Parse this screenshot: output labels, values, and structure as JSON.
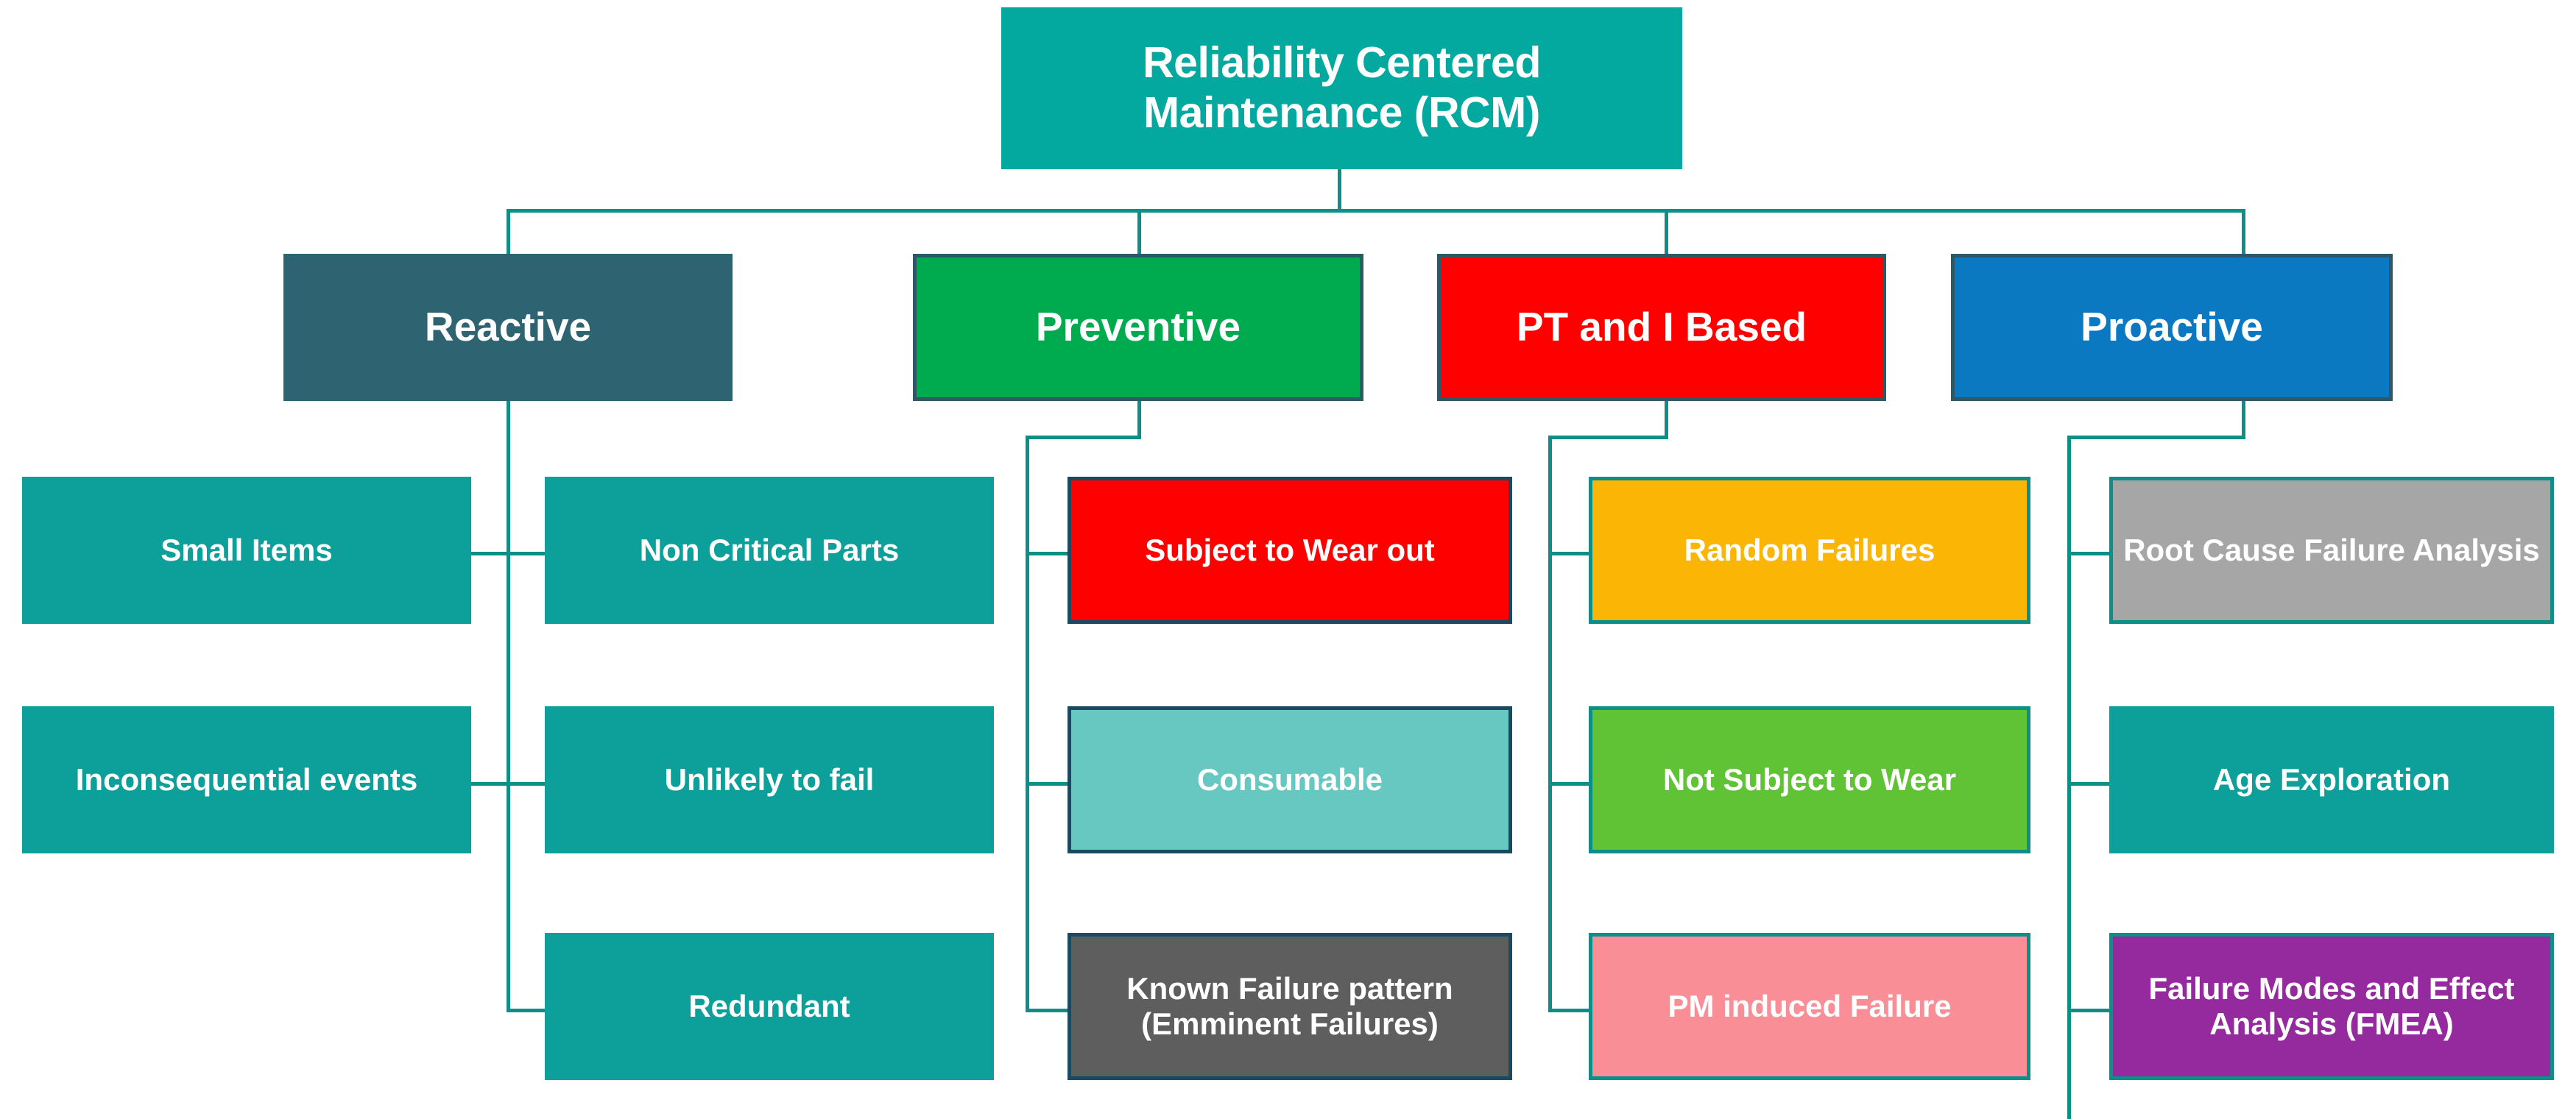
{
  "diagram": {
    "title": "Reliability Centered Maintenance (RCM)",
    "colors": {
      "root_fill": "#03A89E",
      "connector": "#0D8E86",
      "tier2_border": "#2E5866",
      "reactive_fill": "#2E6472",
      "preventive_fill": "#00AA4F",
      "pti_fill": "#FF0000",
      "proactive_fill": "#0B79C2",
      "teal_fill": "#0DA09A",
      "light_teal_fill": "#67C8C2",
      "gray_fill": "#5E5E5E",
      "amber_fill": "#FBB504",
      "lime_fill": "#5FC335",
      "pink_fill": "#F98E96",
      "silver_fill": "#A6A6A6",
      "purple_fill": "#942A9D"
    },
    "root": {
      "label": "Reliability Centered Maintenance (RCM)"
    },
    "branches": [
      {
        "id": "reactive",
        "label": "Reactive",
        "children_left": [
          {
            "label": "Small Items"
          },
          {
            "label": "Inconsequential events"
          }
        ],
        "children_right": [
          {
            "label": "Non Critical Parts"
          },
          {
            "label": "Unlikely to fail"
          },
          {
            "label": "Redundant"
          }
        ]
      },
      {
        "id": "preventive",
        "label": "Preventive",
        "children": [
          {
            "label": "Subject to Wear out"
          },
          {
            "label": "Consumable"
          },
          {
            "label": "Known  Failure pattern (Emminent Failures)"
          }
        ]
      },
      {
        "id": "pt-and-i-based",
        "label": "PT and I Based",
        "children": [
          {
            "label": "Random Failures"
          },
          {
            "label": "Not Subject to Wear"
          },
          {
            "label": "PM induced Failure"
          }
        ]
      },
      {
        "id": "proactive",
        "label": "Proactive",
        "children": [
          {
            "label": "Root Cause Failure Analysis"
          },
          {
            "label": "Age Exploration"
          },
          {
            "label": "Failure Modes and Effect Analysis (FMEA)"
          }
        ]
      }
    ]
  }
}
